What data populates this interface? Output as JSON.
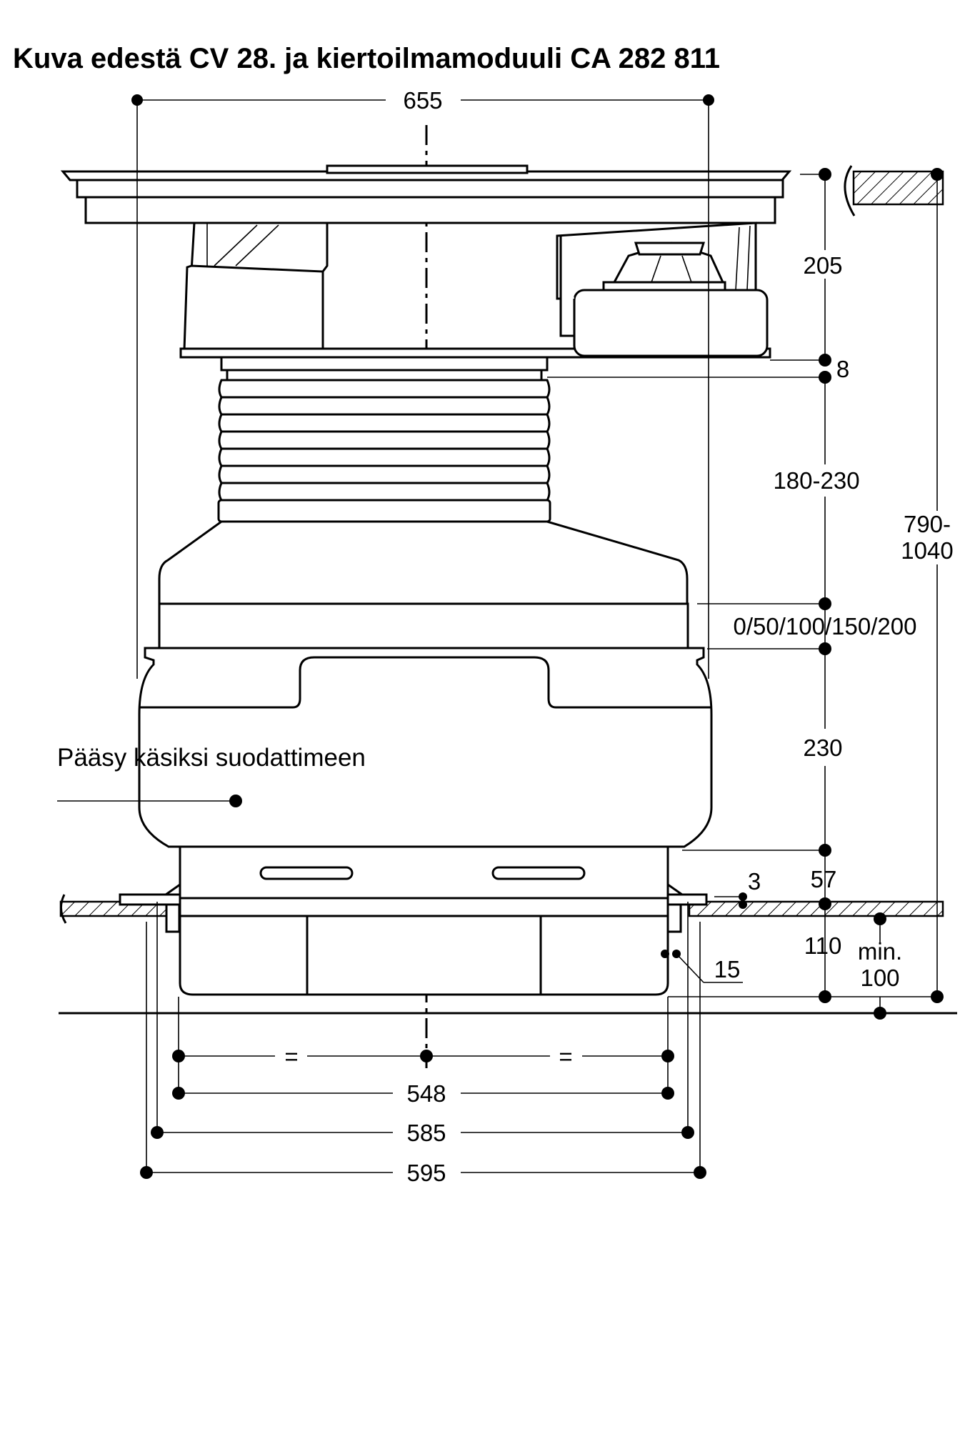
{
  "title": "Kuva edestä CV 28. ja kiertoilmamoduuli CA 282 811",
  "annotation_filter_access": "Pääsy käsiksi suodattimeen",
  "dimensions": {
    "overall_width": "655",
    "cooktop_height": "205",
    "gap_8": "8",
    "bellows_height": "180-230",
    "overall_height_line1": "790-",
    "overall_height_line2": "1040",
    "extension_options": "0/50/100/150/200",
    "module_height": "230",
    "plinth_gap_3": "3",
    "worktop_to_floor_57": "57",
    "plinth_110": "110",
    "min_label": "min.",
    "min_value": "100",
    "offset_15": "15",
    "equal_left": "=",
    "equal_right": "=",
    "width_548": "548",
    "width_585": "585",
    "width_595": "595"
  }
}
